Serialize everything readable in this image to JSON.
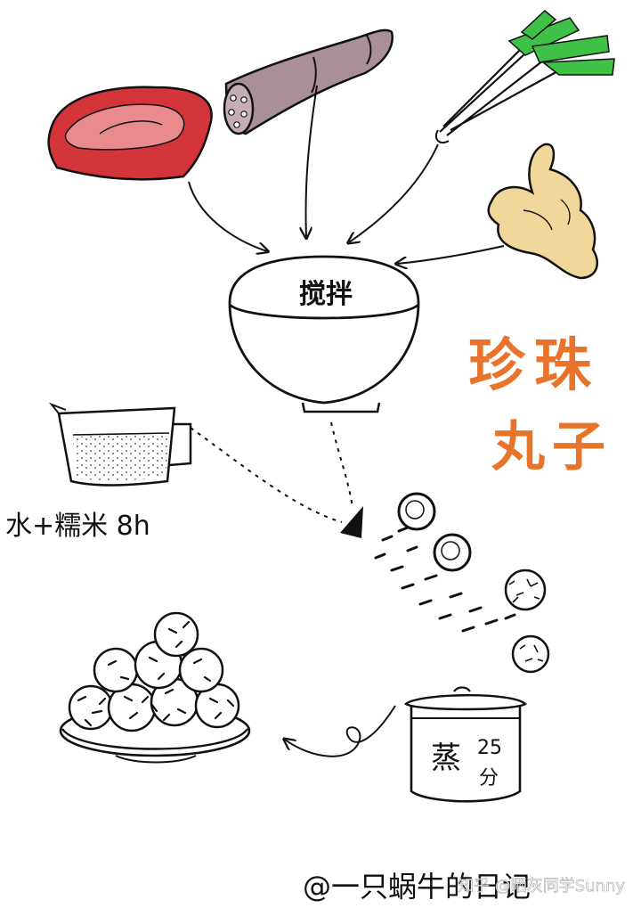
{
  "diagram": {
    "title_line1": "珍珠",
    "title_line2": "丸子",
    "bowl_label": "搅拌",
    "soak_label": "水+糯米 8h",
    "steam_label": "蒸",
    "steam_time": "25",
    "steam_unit": "分",
    "signature": "@一只蜗牛的日记",
    "watermark": "知乎 @晒灰同学Sunny"
  },
  "colors": {
    "title": "#e8742c",
    "meat": "#d2343a",
    "sausage": "#a98f9a",
    "scallion": "#3fc046",
    "ginger": "#f2d79a",
    "ink": "#111111"
  },
  "icons": [
    "meat-icon",
    "lotus-sausage-icon",
    "scallion-icon",
    "ginger-icon",
    "mixing-bowl-icon",
    "measuring-cup-icon",
    "meatball-icon",
    "steamer-pot-icon",
    "serving-plate-icon"
  ]
}
